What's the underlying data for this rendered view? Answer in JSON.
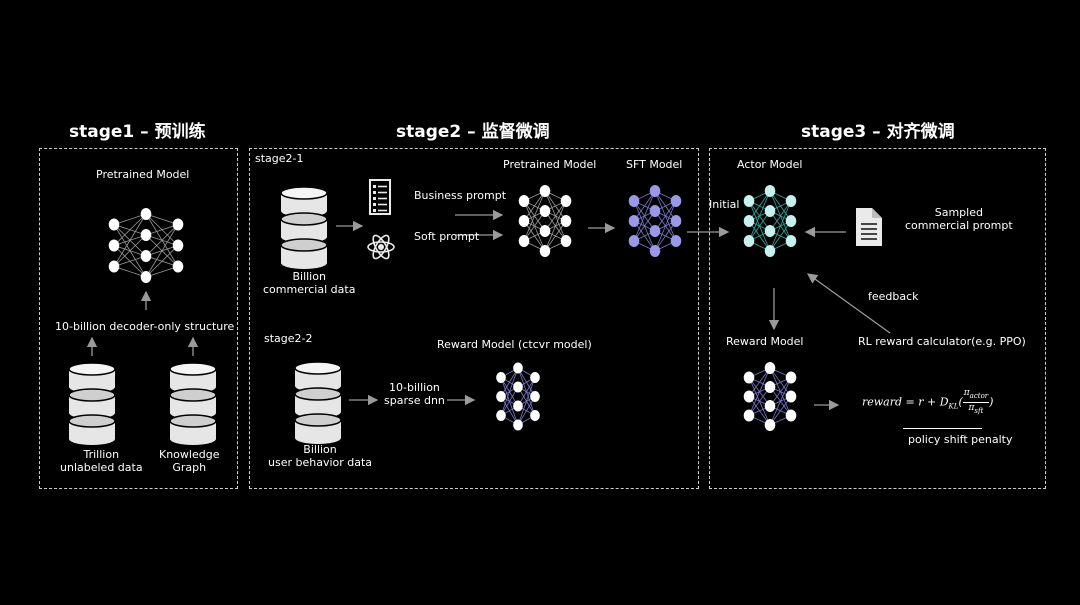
{
  "stage1": {
    "title": "stage1 – 预训练",
    "model": "Pretrained Model",
    "structure": "10-billion decoder-only structure",
    "data1": "Trillion\nunlabeled data",
    "data2": "Knowledge\nGraph"
  },
  "stage2": {
    "title": "stage2 – 监督微调",
    "sub1": "stage2-1",
    "sub2": "stage2-2",
    "data1": "Billion\ncommercial data",
    "business_prompt": "Business prompt",
    "soft_prompt": "Soft prompt",
    "pretrained_model": "Pretrained Model",
    "sft_model": "SFT Model",
    "reward_model": "Reward Model (ctcvr model)",
    "sparse_dnn": "10-billion\nsparse dnn",
    "data2": "Billion\nuser behavior data"
  },
  "stage3": {
    "title": "stage3 – 对齐微调",
    "actor_model": "Actor Model",
    "initial": "Initial",
    "sampled_prompt": "Sampled\ncommercial prompt",
    "feedback": "feedback",
    "rl_calc": "RL reward calculator(e.g. PPO)",
    "reward_model": "Reward Model",
    "formula": {
      "lhs": "reward",
      "eq": " = r + D",
      "sub": "KL",
      "num": "π",
      "num_sub": "actor",
      "den": "π",
      "den_sub": "sft"
    },
    "penalty": "policy shift penalty"
  },
  "colors": {
    "node_white": "#ffffff",
    "node_purple": "#9b98e8",
    "node_cyan": "#c8f0ee",
    "edge_white": "#9a9a9a",
    "edge_purple": "#7a78c8",
    "edge_teal": "#2fa6a0"
  },
  "icons": [
    "database-icon",
    "list-document-icon",
    "atom-icon",
    "document-icon",
    "neural-network-icon",
    "arrow-icon"
  ]
}
